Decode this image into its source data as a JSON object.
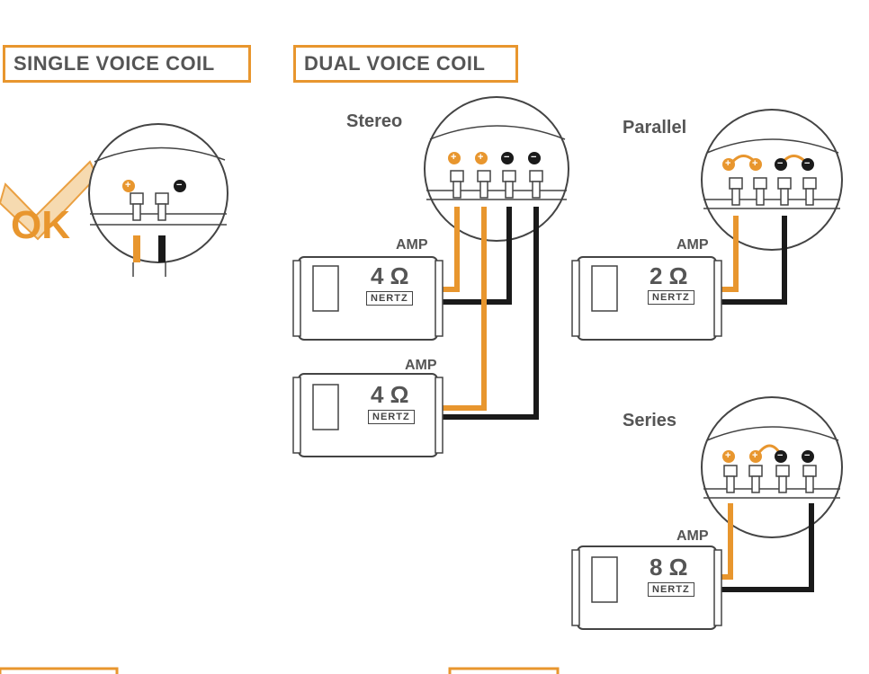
{
  "sections": {
    "single": "SINGLE VOICE COIL",
    "dual": "DUAL VOICE COIL"
  },
  "ok_mark": "OK",
  "configs": {
    "stereo": "Stereo",
    "parallel": "Parallel",
    "series": "Series"
  },
  "amps": [
    {
      "label": "AMP",
      "impedance": "4 Ω",
      "brand": "NERTZ"
    },
    {
      "label": "AMP",
      "impedance": "4 Ω",
      "brand": "NERTZ"
    },
    {
      "label": "AMP",
      "impedance": "2 Ω",
      "brand": "NERTZ"
    },
    {
      "label": "AMP",
      "impedance": "8 Ω",
      "brand": "NERTZ"
    }
  ],
  "terminal_symbols": {
    "positive": "+",
    "negative": "−"
  },
  "colors": {
    "accent": "#E8962E",
    "text": "#555555",
    "wire_black": "#1a1a1a",
    "line": "#444444"
  }
}
